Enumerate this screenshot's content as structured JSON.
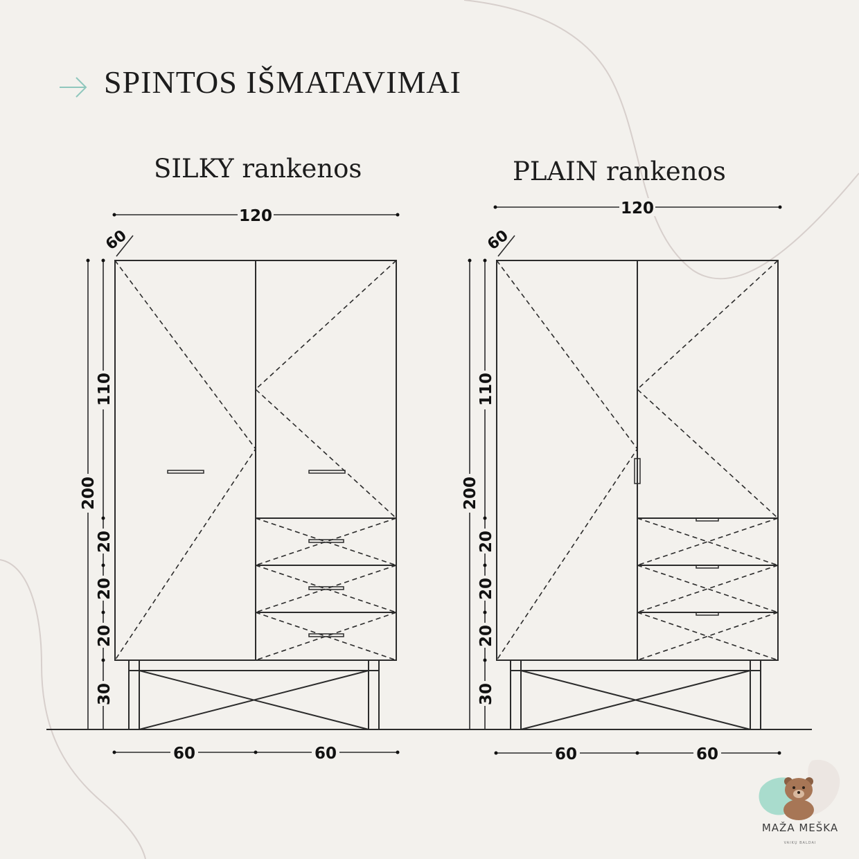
{
  "title": "SPINTOS IŠMATAVIMAI",
  "colors": {
    "background": "#f3f1ed",
    "line": "#2b2b2b",
    "accent_arrow": "#8fc7bd",
    "decor_curve": "#d7cfcc",
    "logo_blob": "#a9dccd"
  },
  "icons": {
    "title_arrow": "arrow-right-icon",
    "logo": "bear-icon"
  },
  "wardrobes": [
    {
      "label": "SILKY rankenos",
      "dims": {
        "width": "120",
        "depth": "60",
        "height": "200",
        "door_upper": "110",
        "drawer1": "20",
        "drawer2": "20",
        "drawer3": "20",
        "base": "30",
        "bottom_left": "60",
        "bottom_right": "60"
      }
    },
    {
      "label": "PLAIN rankenos",
      "dims": {
        "width": "120",
        "depth": "60",
        "height": "200",
        "door_upper": "110",
        "drawer1": "20",
        "drawer2": "20",
        "drawer3": "20",
        "base": "30",
        "bottom_left": "60",
        "bottom_right": "60"
      }
    }
  ],
  "brand": {
    "name": "MAŽA MEŠKA",
    "tagline": "VAIKŲ BALDAI"
  }
}
